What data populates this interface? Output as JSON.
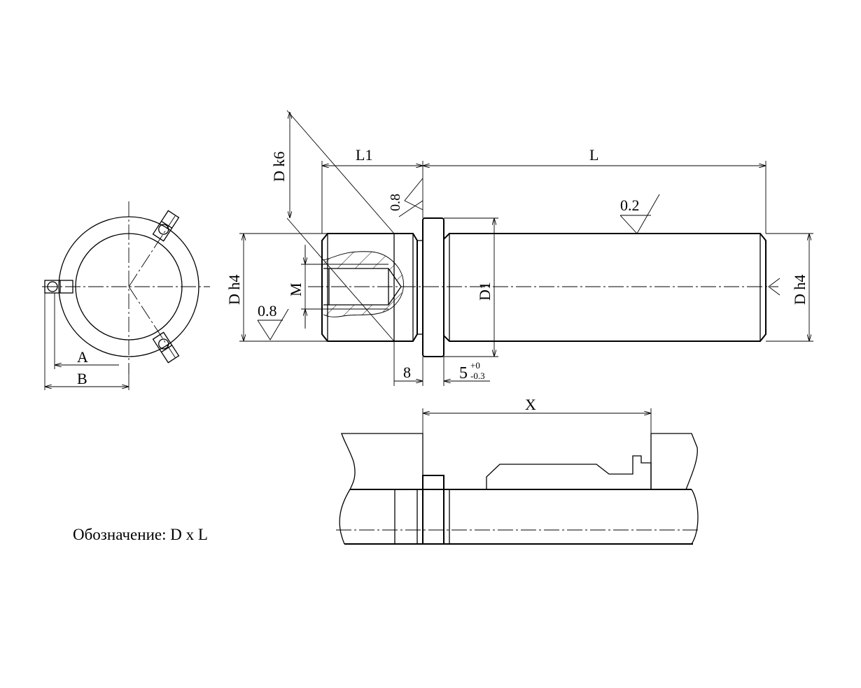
{
  "labels": {
    "d_k6": "D k6",
    "l1": "L1",
    "l": "L",
    "rough_08_top": "0.8",
    "rough_02": "0.2",
    "d_h4_left": "D h4",
    "m": "M",
    "d1": "D1",
    "d_h4_right": "D h4",
    "rough_08_left": "0.8",
    "dim_8": "8",
    "dim_5": "5",
    "tol_upper": "+0",
    "tol_lower": "-0.3",
    "a": "A",
    "b": "B",
    "x": "X",
    "designation": "Обозначение: D x L"
  }
}
